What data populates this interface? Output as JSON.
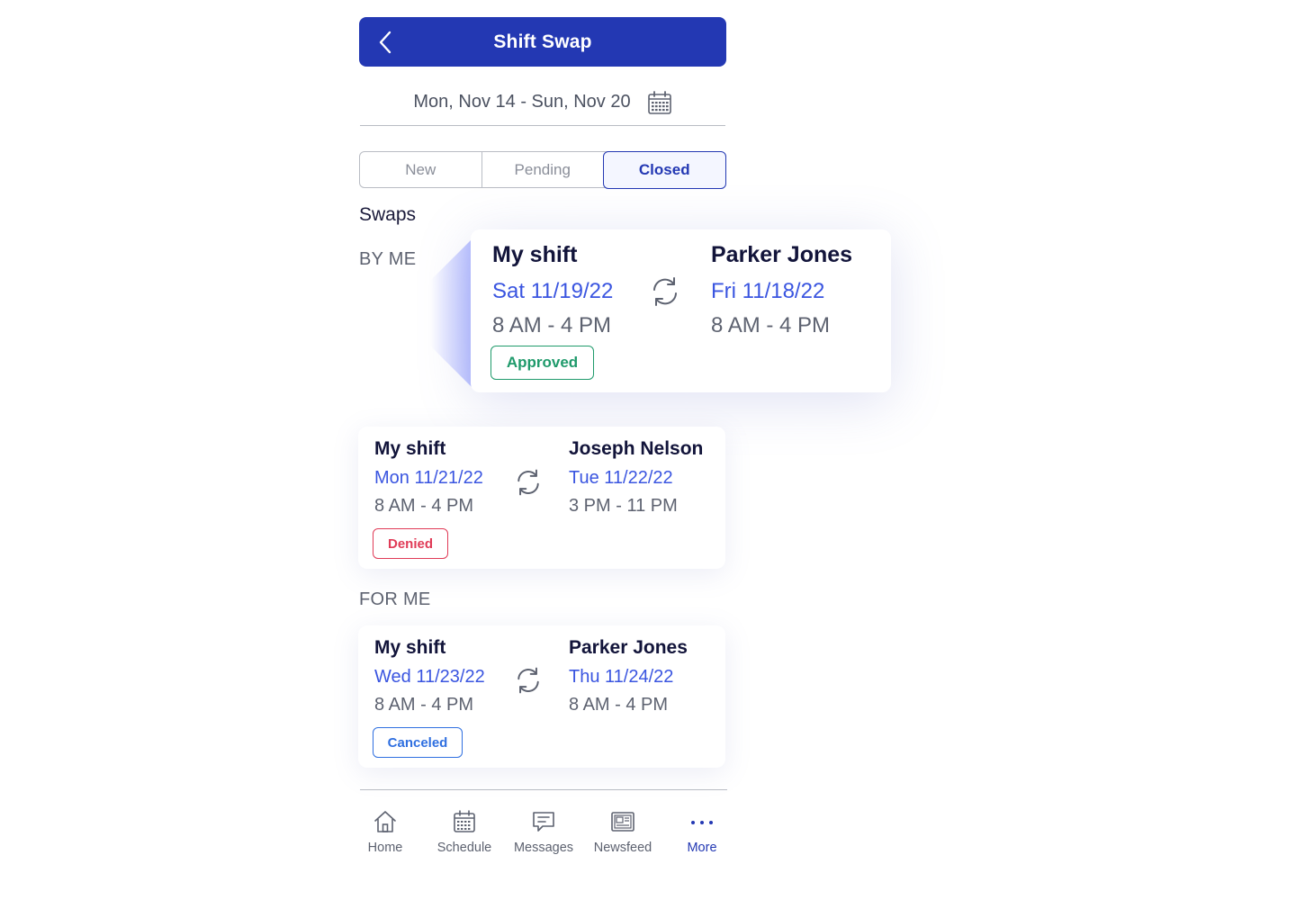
{
  "header": {
    "title": "Shift Swap",
    "back_icon": "chevron-left-icon"
  },
  "date_range": {
    "label": "Mon, Nov 14 - Sun, Nov 20",
    "icon": "calendar-icon"
  },
  "tabs": [
    {
      "label": "New",
      "active": false
    },
    {
      "label": "Pending",
      "active": false
    },
    {
      "label": "Closed",
      "active": true
    }
  ],
  "section_title": "Swaps",
  "groups": {
    "by_me": {
      "label": "BY ME",
      "cards": [
        {
          "mine": {
            "title": "My shift",
            "date": "Sat 11/19/22",
            "time": "8 AM - 4 PM"
          },
          "other": {
            "title": "Parker Jones",
            "date": "Fri 11/18/22",
            "time": "8 AM - 4 PM"
          },
          "status": "Approved"
        },
        {
          "mine": {
            "title": "My shift",
            "date": "Mon 11/21/22",
            "time": "8 AM - 4 PM"
          },
          "other": {
            "title": "Joseph Nelson",
            "date": "Tue 11/22/22",
            "time": "3 PM - 11 PM"
          },
          "status": "Denied"
        }
      ]
    },
    "for_me": {
      "label": "FOR ME",
      "cards": [
        {
          "mine": {
            "title": "My shift",
            "date": "Wed 11/23/22",
            "time": "8 AM - 4 PM"
          },
          "other": {
            "title": "Parker Jones",
            "date": "Thu 11/24/22",
            "time": "8 AM - 4 PM"
          },
          "status": "Canceled"
        }
      ]
    }
  },
  "status_colors": {
    "Approved": "#1f9a6b",
    "Denied": "#e03b57",
    "Canceled": "#2f6fe0"
  },
  "colors": {
    "brand": "#2338b3",
    "link": "#3a55e0"
  },
  "nav": [
    {
      "label": "Home",
      "icon": "home-icon",
      "active": false
    },
    {
      "label": "Schedule",
      "icon": "schedule-icon",
      "active": false
    },
    {
      "label": "Messages",
      "icon": "messages-icon",
      "active": false
    },
    {
      "label": "Newsfeed",
      "icon": "newsfeed-icon",
      "active": false
    },
    {
      "label": "More",
      "icon": "more-icon",
      "active": true
    }
  ]
}
